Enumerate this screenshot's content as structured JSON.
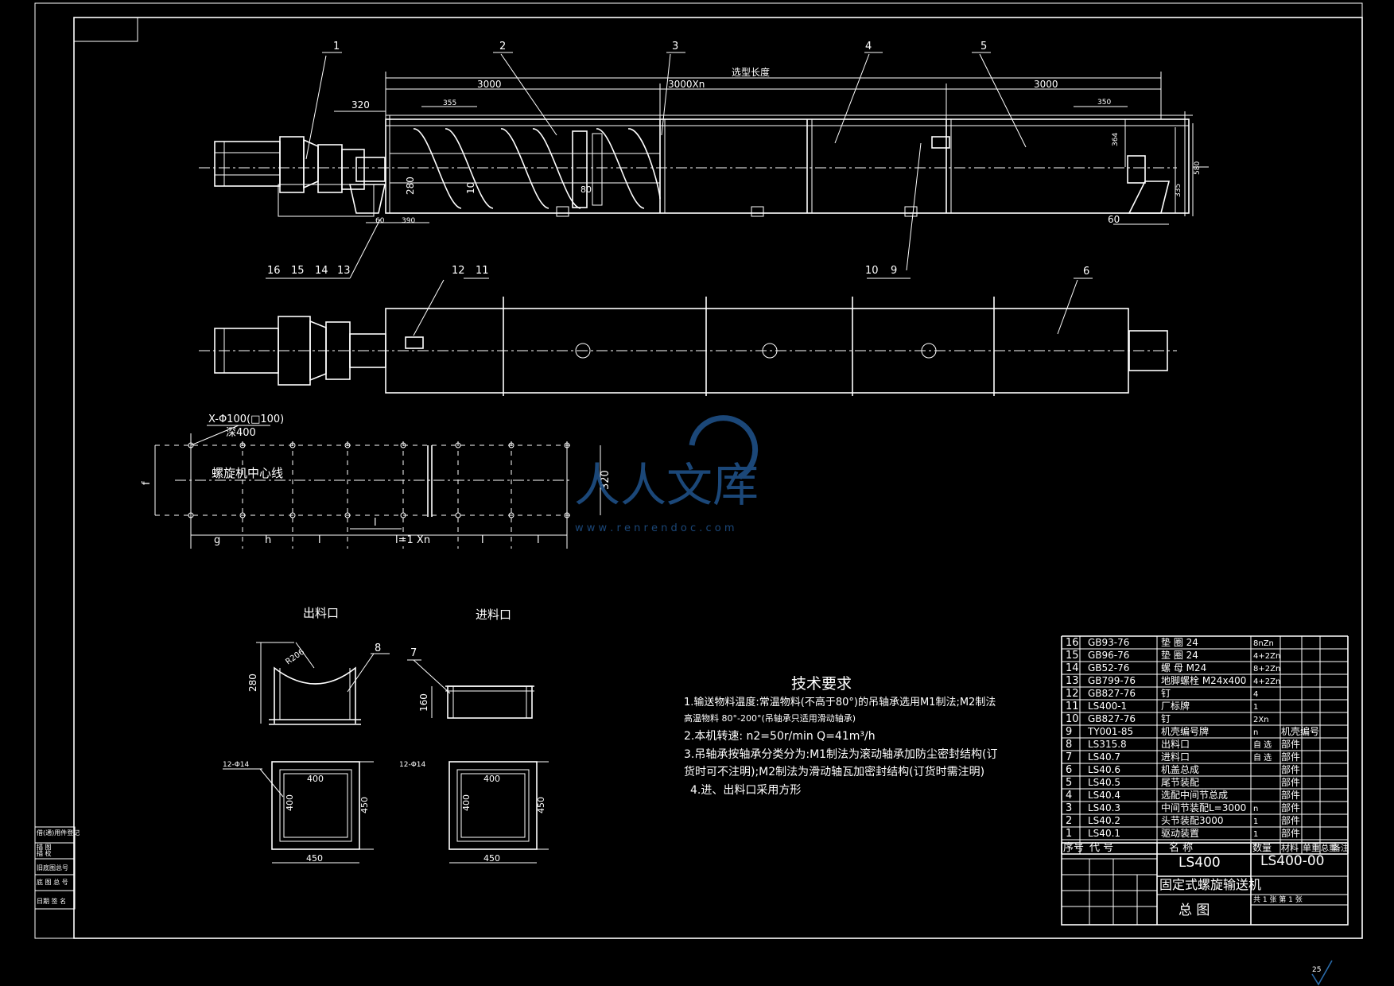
{
  "dimensions": {
    "selected_length": "选型长度",
    "head_3000": "3000",
    "middle": "3000Xn",
    "tail_3000": "3000",
    "d320": "320",
    "d355": "355",
    "d280": "280",
    "d10": "10",
    "d80": "80",
    "d390": "390",
    "d60_left": "60",
    "d60_right": "60",
    "d350": "350",
    "d364": "364",
    "d335": "335",
    "d580": "580"
  },
  "callouts": [
    "1",
    "2",
    "3",
    "4",
    "5",
    "6",
    "7",
    "8",
    "9",
    "10",
    "11",
    "12",
    "13",
    "14",
    "15",
    "16"
  ],
  "foundation": {
    "hole_label": "X-Φ100(□100)",
    "depth_label": "深400",
    "centerline_label": "螺旋机中心线",
    "f_label": "f",
    "width_320": "320",
    "dim_labels": [
      "g",
      "h",
      "l",
      "l=1 Xn",
      "l",
      "l"
    ],
    "l_mid": "l"
  },
  "outlet": {
    "title": "出料口",
    "radius": "R206",
    "height": "280",
    "bolts": "12-Φ14",
    "inner_w": "400",
    "inner_h": "400",
    "outer_h": "450",
    "outer_w": "450"
  },
  "inlet": {
    "title": "进料口",
    "height": "160",
    "bolts": "12-Φ14",
    "inner_w": "400",
    "inner_h": "400",
    "outer_h": "450",
    "outer_w": "450"
  },
  "tech": {
    "title": "技术要求",
    "items": [
      "1.输送物料温度:常温物料(不高于80°)的吊轴承选用M1制法;M2制法",
      "   高温物料 80°-200°(吊轴承只适用滑动轴承)",
      "2.本机转速: n2=50r/min    Q=41m³/h",
      "3.吊轴承按轴承分类分为:M1制法为滚动轴承加防尘密封结构(订",
      "   货时可不注明);M2制法为滑动轴瓦加密封结构(订货时需注明)",
      "4.进、出料口采用方形"
    ]
  },
  "bom": {
    "rows": [
      {
        "no": "16",
        "code": "GB93-76",
        "name": "垫 圈  24",
        "qty": "8nZn",
        "cat": ""
      },
      {
        "no": "15",
        "code": "GB96-76",
        "name": "垫 圈  24",
        "qty": "4+2Zn",
        "cat": ""
      },
      {
        "no": "14",
        "code": "GB52-76",
        "name": "螺 母  M24",
        "qty": "8+2Zn",
        "cat": ""
      },
      {
        "no": "13",
        "code": "GB799-76",
        "name": "地脚螺栓 M24x400",
        "qty": "4+2Zn",
        "cat": ""
      },
      {
        "no": "12",
        "code": "GB827-76",
        "name": "钉",
        "qty": "4",
        "cat": ""
      },
      {
        "no": "11",
        "code": "LS400-1",
        "name": "厂标牌",
        "qty": "1",
        "cat": ""
      },
      {
        "no": "10",
        "code": "GB827-76",
        "name": "钉",
        "qty": "2Xn",
        "cat": ""
      },
      {
        "no": "9",
        "code": "TY001-85",
        "name": "机壳编号牌",
        "qty": "n",
        "cat": "机壳编号"
      },
      {
        "no": "8",
        "code": "LS315.8",
        "name": "出料口",
        "qty": "自 选",
        "cat": "部件"
      },
      {
        "no": "7",
        "code": "LS40.7",
        "name": "进料口",
        "qty": "自 选",
        "cat": "部件"
      },
      {
        "no": "6",
        "code": "LS40.6",
        "name": "机盖总成",
        "qty": "",
        "cat": "部件"
      },
      {
        "no": "5",
        "code": "LS40.5",
        "name": "尾节装配",
        "qty": "",
        "cat": "部件"
      },
      {
        "no": "4",
        "code": "LS40.4",
        "name": "选配中间节总成",
        "qty": "",
        "cat": "部件"
      },
      {
        "no": "3",
        "code": "LS40.3",
        "name": "中间节装配L=3000",
        "qty": "n",
        "cat": "部件"
      },
      {
        "no": "2",
        "code": "LS40.2",
        "name": "头节装配3000",
        "qty": "1",
        "cat": "部件"
      },
      {
        "no": "1",
        "code": "LS40.1",
        "name": "驱动装置",
        "qty": "1",
        "cat": "部件"
      }
    ],
    "header": {
      "no": "序号",
      "code": "代  号",
      "name": "名    称",
      "qty": "数量",
      "mat": "材料",
      "unit": "单重",
      "total": "总重",
      "remark": "备注"
    }
  },
  "titleblock": {
    "model": "LS400",
    "drawing_no": "LS400-00",
    "product_name": "固定式螺旋输送机",
    "sheet_name": "总  图",
    "sheet_info": "共 1 张    第 1 张"
  },
  "sidebar": {
    "lines": [
      "借(通)用件登记",
      "描 图",
      "描 校",
      "旧底图总号",
      "底 图 总 号",
      "日期  签 名"
    ]
  },
  "watermark": {
    "cn": "人人文库",
    "url": "w w w . r e n r e n d o c . c o m"
  },
  "page_mark": "25"
}
